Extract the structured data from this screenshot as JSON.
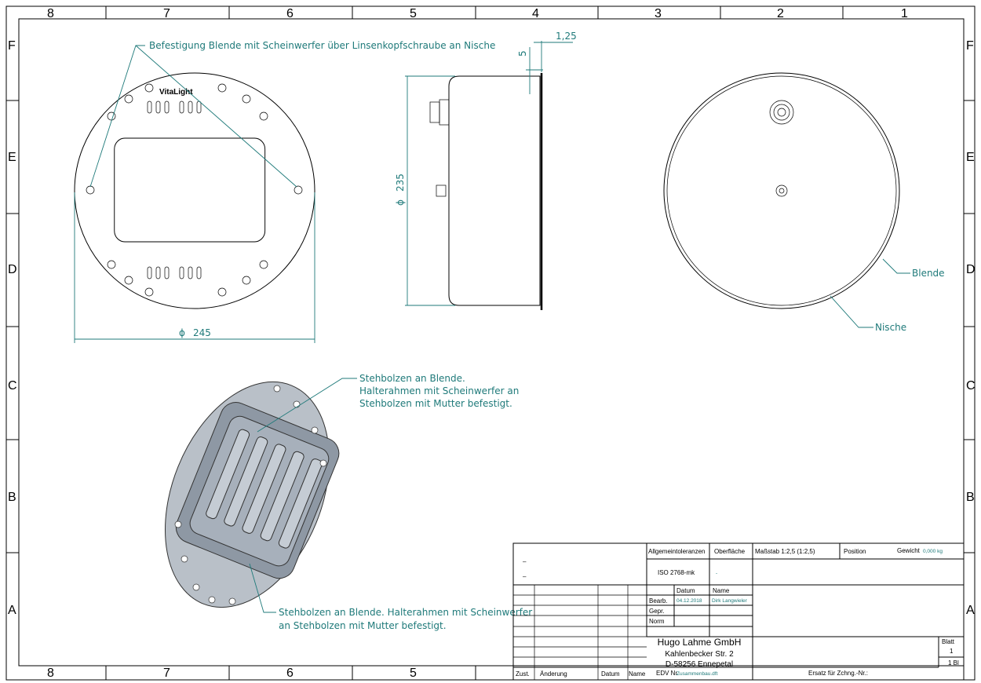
{
  "zones": {
    "columns": [
      "8",
      "7",
      "6",
      "5",
      "4",
      "3",
      "2",
      "1"
    ],
    "rows": [
      "F",
      "E",
      "D",
      "C",
      "B",
      "A"
    ]
  },
  "views": {
    "front_logo": "VitaLight",
    "note_fastening": "Befestigung Blende mit Scheinwerfer über Linsenkopfschraube an Nische",
    "dim_diameter_245": "245",
    "dim_diameter_235": "235",
    "dim_5": "5",
    "dim_125": "1,25",
    "diameter_symbol": "ϕ",
    "label_blende": "Blende",
    "label_nische": "Nische",
    "note_top": [
      "Stehbolzen an Blende.",
      "Halterahmen mit Scheinwerfer an",
      "Stehbolzen mit Mutter befestigt."
    ],
    "note_bottom": [
      "Stehbolzen an Blende. Halterahmen mit Scheinwerfer",
      "an Stehbolzen mit Mutter befestigt."
    ]
  },
  "title_block": {
    "allgemeintoleranzen": "Allgemeintoleranzen",
    "oberflaeche": "Oberfläche",
    "massstab": "Maßstab  1:2,5 (1:2,5)",
    "position": "Position",
    "gewicht": "Gewicht",
    "gewicht_value": "0,000 kg",
    "tolerance_value": "ISO 2768-mk",
    "surface_value": "-",
    "dash": "–",
    "datum": "Datum",
    "name": "Name",
    "bearb": "Bearb.",
    "bearb_date": "04.12.2018",
    "bearb_name": "Dirk Langwieler",
    "gepr": "Gepr.",
    "norm": "Norm",
    "company": "Hugo Lahme GmbH",
    "street": "Kahlenbecker Str. 2",
    "city": "D-58256 Ennepetal",
    "blatt": "Blatt",
    "blatt_value": "1",
    "bl_total": "1  Bl",
    "zust": "Zust.",
    "aenderung": "Änderung",
    "datum_col": "Datum",
    "name_col": "Name",
    "edv": "EDV Nr.",
    "edv_value": "Zusammenbau.dft",
    "ersatz": "Ersatz für Zchng.-Nr.:"
  }
}
